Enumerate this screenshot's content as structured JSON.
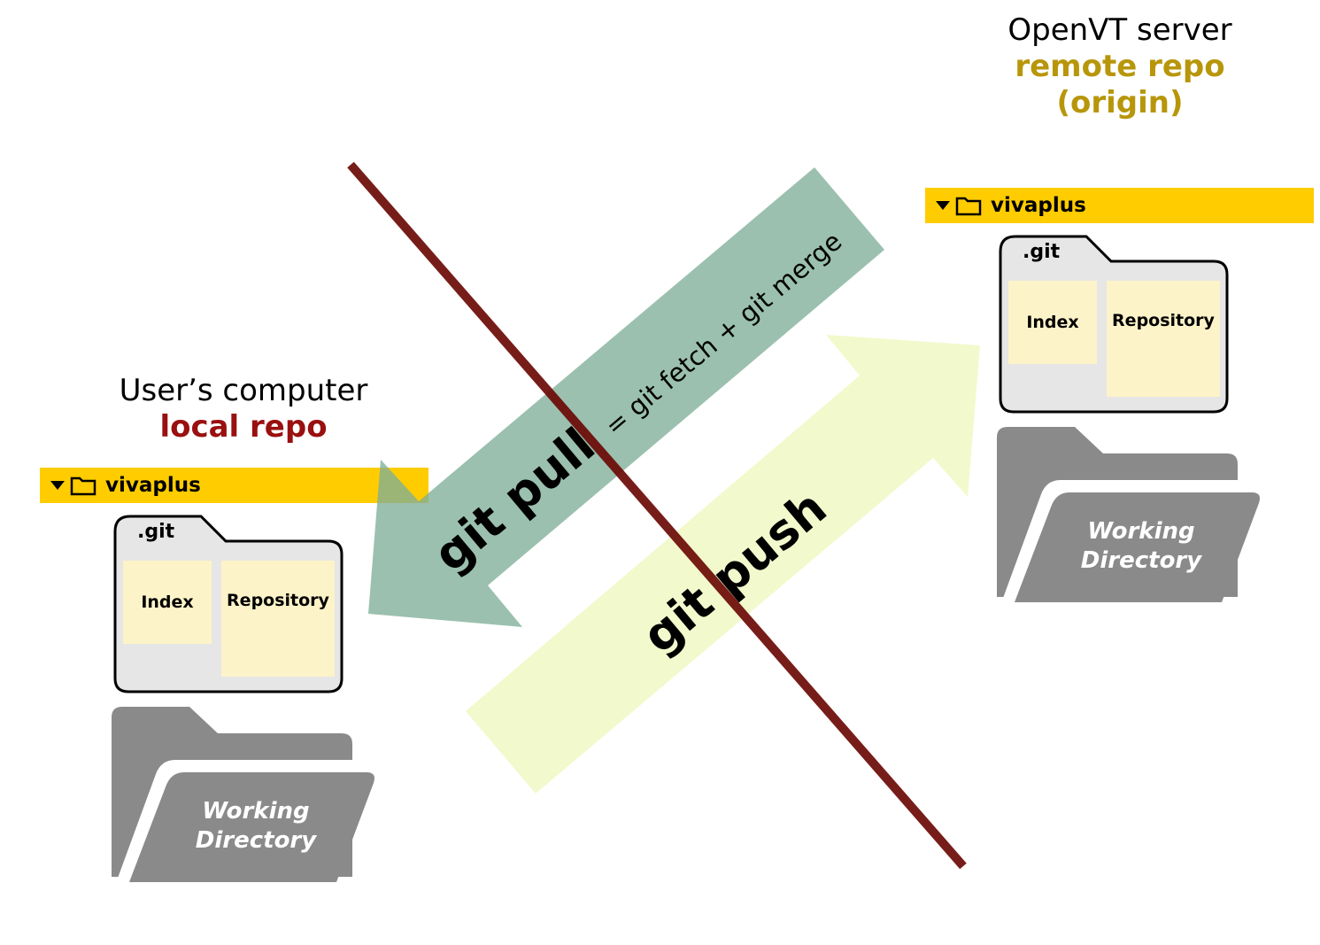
{
  "remote": {
    "title": "OpenVT server",
    "subtitle_line1": "remote repo",
    "subtitle_line2": "(origin)",
    "folder_name": "vivaplus",
    "git_label": ".git",
    "index_label": "Index",
    "repository_label": "Repository",
    "working_dir_line1": "Working",
    "working_dir_line2": "Directory"
  },
  "local": {
    "title": "User’s computer",
    "subtitle": "local repo",
    "folder_name": "vivaplus",
    "git_label": ".git",
    "index_label": "Index",
    "repository_label": "Repository",
    "working_dir_line1": "Working",
    "working_dir_line2": "Directory"
  },
  "arrows": {
    "pull_label": "git pull",
    "pull_note": "= git fetch + git merge",
    "push_label": "git push"
  },
  "colors": {
    "pull_arrow": "#7fae98",
    "push_arrow": "#f1f8c8",
    "divider": "#6b0a05",
    "folder_bar": "#ffcc00",
    "local_accent": "#9a0f0f",
    "remote_accent": "#b8960a"
  }
}
